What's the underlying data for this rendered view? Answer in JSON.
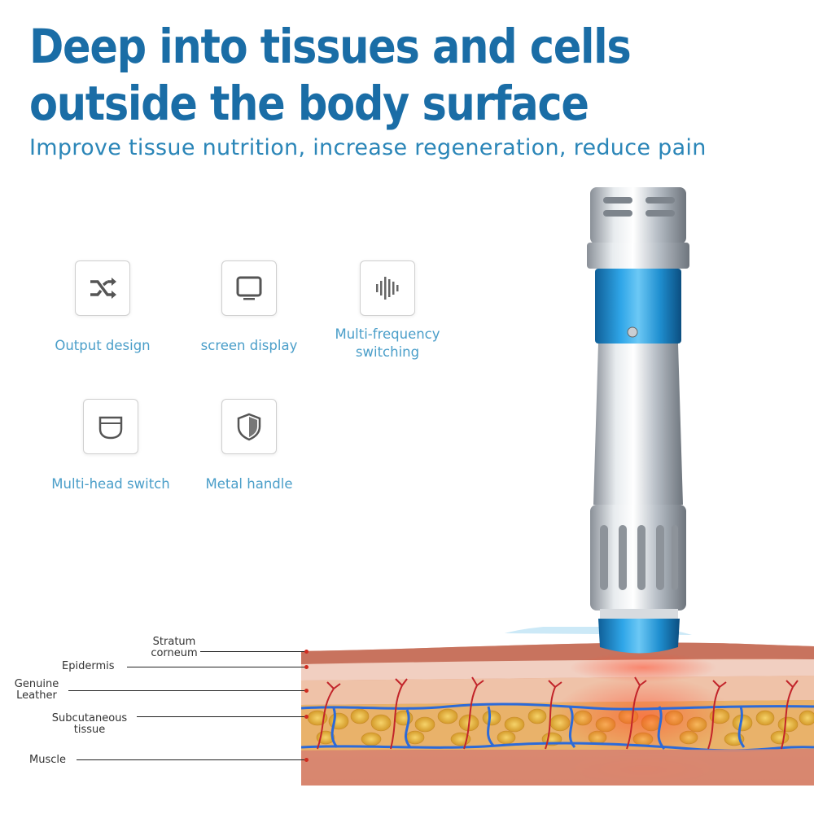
{
  "title": "Deep into tissues and cells outside the body surface",
  "subtitle": "Improve tissue nutrition, increase regeneration, reduce pain",
  "features": [
    {
      "label": "Output design",
      "icon": "shuffle-icon"
    },
    {
      "label": "screen display",
      "icon": "monitor-icon"
    },
    {
      "label": "Multi-frequency switching",
      "icon": "frequency-bars-icon"
    },
    {
      "label": "Multi-head switch",
      "icon": "head-shape-icon"
    },
    {
      "label": "Metal handle",
      "icon": "shield-icon"
    }
  ],
  "skin_layers": [
    {
      "label": "Stratum corneum"
    },
    {
      "label": "Epidermis"
    },
    {
      "label": "Genuine Leather"
    },
    {
      "label": "Subcutaneous tissue"
    },
    {
      "label": "Muscle"
    }
  ],
  "colors": {
    "title": "#1a6da6",
    "subtitle": "#2b86b8",
    "feature_text": "#4a9ec9",
    "device_blue": "#1f8fd0",
    "muscle": "#d9806a"
  }
}
